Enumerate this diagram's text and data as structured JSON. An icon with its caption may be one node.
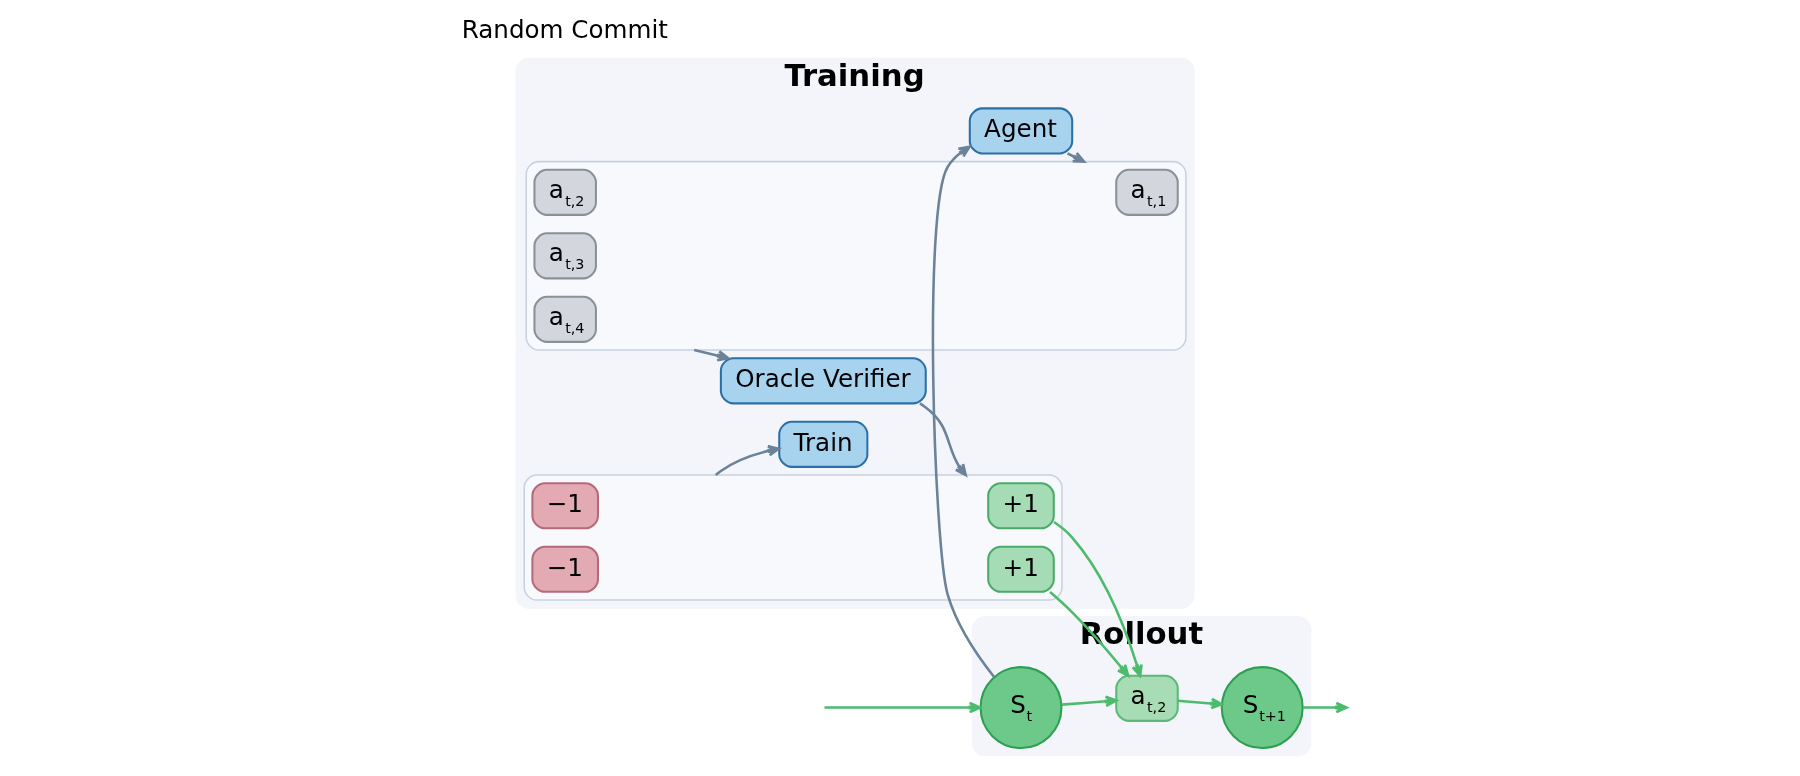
{
  "diagram": {
    "nodes": [
      {
        "text": [
          "Rollout"
        ]
      },
      {
        "text": [
          "S$_{t}$"
        ],
        "in": 0
      },
      {
        "text": [
          "a$_{t,2}$"
        ],
        "in": 0
      },
      {
        "text": [
          "S$_{t+1}$"
        ],
        "in": 0
      },
      {
        "text": [
          "Training"
        ]
      },
      {
        "text": [
          "Agent"
        ],
        "in": 4
      },
      {
        "text": [],
        "shape": "box",
        "in": 4
      },
      {
        "text": [
          "a$_{t,1}$"
        ],
        "in": 6
      },
      {
        "text": [
          "a$_{t,2}$"
        ],
        "in": 6
      },
      {
        "text": [
          "a$_{t,3}$"
        ],
        "in": 6
      },
      {
        "text": [
          "a$_{t,4}$"
        ],
        "in": 6
      },
      {
        "text": [
          "Oracle Verifier"
        ],
        "in": 4
      },
      {
        "text": [],
        "shape": "box",
        "in": 4
      },
      {
        "text": [
          "+1"
        ],
        "in": 12
      },
      {
        "text": [
          "+1"
        ],
        "in": 12
      },
      {
        "text": [
          "−1"
        ],
        "in": 12
      },
      {
        "text": [
          "−1"
        ],
        "in": 12
      },
      {
        "text": [
          "Train"
        ],
        "in": 4
      }
    ],
    "edges": [
      {
        "from": null,
        "to": 1,
        "arrow": "to"
      },
      {
        "from": 1,
        "to": 2,
        "arrow": "to"
      },
      {
        "from": 2,
        "to": 3,
        "arrow": "to"
      },
      {
        "from": 3,
        "to": null,
        "arrow": "to"
      },
      {
        "from": 1,
        "to": 5,
        "arrow": "to",
        "color": "#6b8299"
      },
      {
        "from": 5,
        "to": 6,
        "arrow": "to",
        "color": "#6b8299"
      },
      {
        "from": 6,
        "to": 11,
        "arrow": "to",
        "color": "#6b8299"
      },
      {
        "from": 11,
        "to": 12,
        "arrow": "to",
        "color": "#6b8299"
      },
      {
        "from": 12,
        "to": 17,
        "arrow": "to",
        "color": "#6b8299"
      },
      {
        "from": 13,
        "to": 2,
        "arrow": "to"
      },
      {
        "from": 14,
        "to": 2,
        "arrow": "to"
      }
    ],
    "labels": [
      "Random Commit"
    ]
  }
}
